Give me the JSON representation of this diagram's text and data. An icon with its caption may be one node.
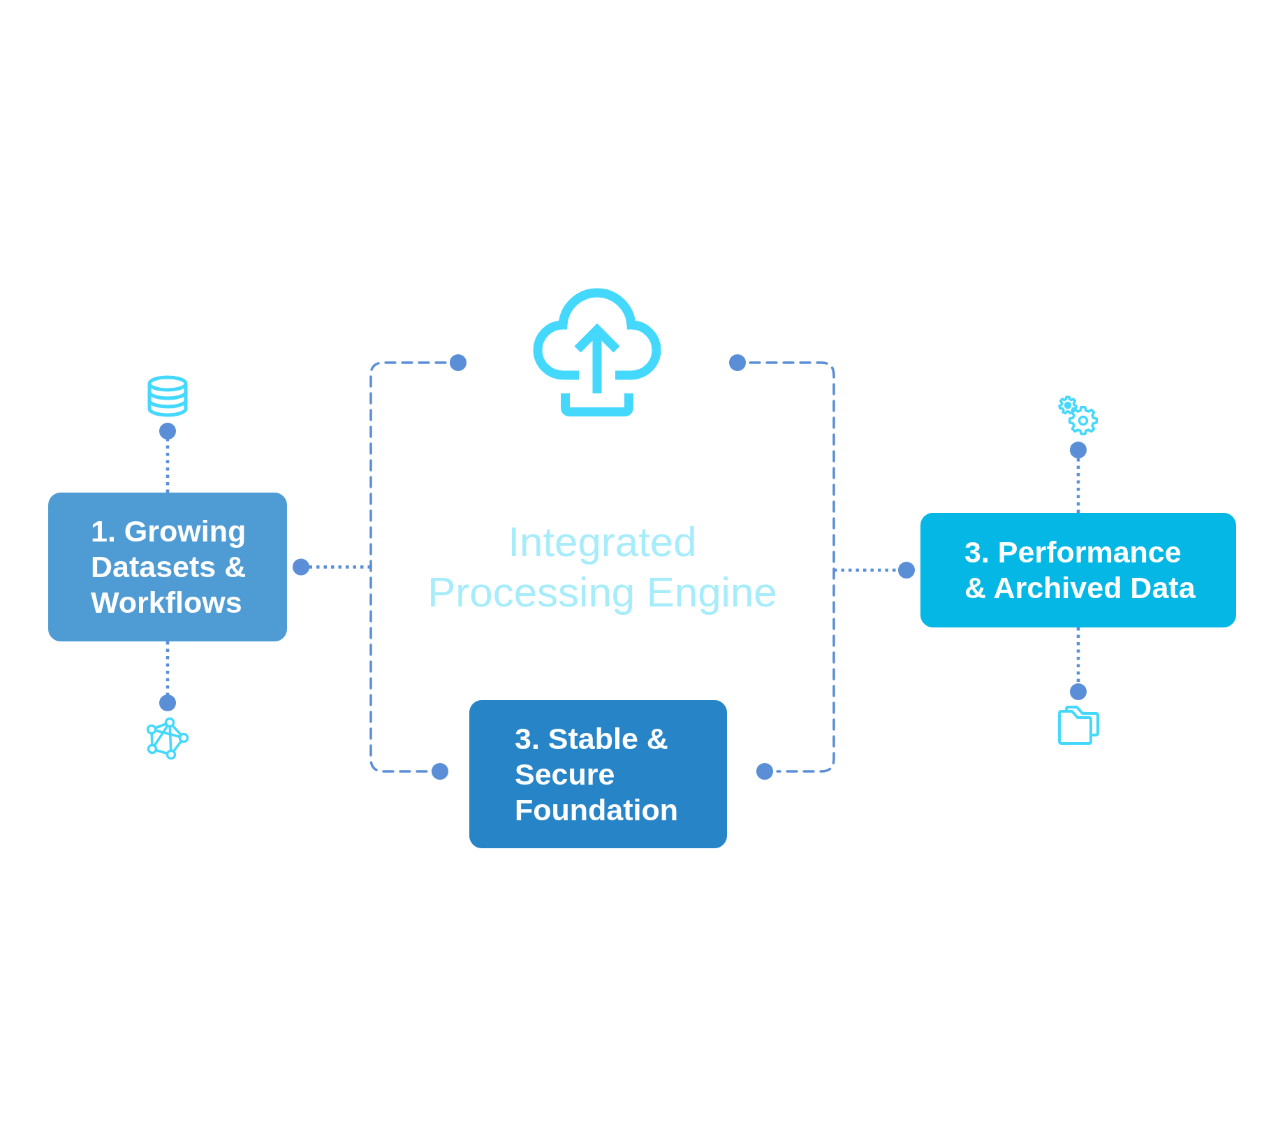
{
  "diagram": {
    "nodes": [
      {
        "text": [
          "Integrated Processing Engine"
        ]
      },
      {
        "text": [
          "1. Growing Datasets & Workflows"
        ]
      },
      {
        "text": [],
        "shape": "picture"
      },
      {
        "text": [],
        "shape": "picture"
      },
      {
        "text": [
          "3. Performance & Archived Data"
        ]
      },
      {
        "text": [],
        "shape": "picture"
      },
      {
        "text": [],
        "shape": "picture"
      },
      {
        "text": [
          "3. Stable & Secure Foundation"
        ]
      }
    ],
    "edges": [
      {
        "from": 1,
        "to": 2,
        "arrow": "other"
      },
      {
        "from": 1,
        "to": 3,
        "arrow": "other"
      },
      {
        "from": 0,
        "to": 1,
        "arrow": "other"
      },
      {
        "from": 0,
        "to": 4,
        "arrow": "other"
      },
      {
        "from": 4,
        "to": 5,
        "arrow": "other"
      },
      {
        "from": 4,
        "to": 6,
        "arrow": "other"
      }
    ]
  }
}
